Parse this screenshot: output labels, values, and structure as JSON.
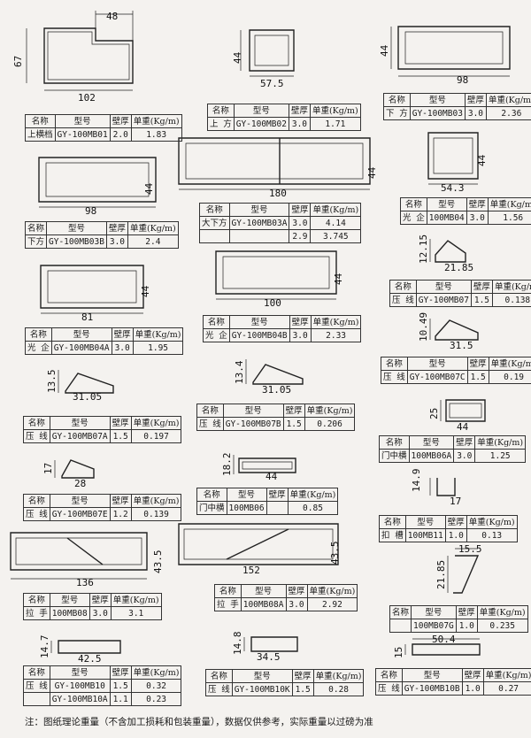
{
  "headers": {
    "name": "名称",
    "model": "型号",
    "wall": "壁厚",
    "weight": "单重(Kg/m)"
  },
  "profiles": [
    {
      "id": "mb01",
      "dims": [
        "48",
        "67",
        "102"
      ],
      "rows": [
        {
          "name": "上横档",
          "model": "GY-100MB01",
          "wall": "2.0",
          "weight": "1.83"
        }
      ]
    },
    {
      "id": "mb02",
      "dims": [
        "44",
        "57.5"
      ],
      "rows": [
        {
          "name": "上 方",
          "model": "GY-100MB02",
          "wall": "3.0",
          "weight": "1.71"
        }
      ]
    },
    {
      "id": "mb03",
      "dims": [
        "44",
        "98"
      ],
      "rows": [
        {
          "name": "下 方",
          "model": "GY-100MB03",
          "wall": "3.0",
          "weight": "2.36"
        }
      ]
    },
    {
      "id": "mb03b",
      "dims": [
        "44",
        "98"
      ],
      "rows": [
        {
          "name": "下方",
          "model": "GY-100MB03B",
          "wall": "3.0",
          "weight": "2.4"
        }
      ]
    },
    {
      "id": "mb03a",
      "dims": [
        "44",
        "180"
      ],
      "rows": [
        {
          "name": "大下方",
          "model": "GY-100MB03A",
          "wall": "3.0",
          "weight": "4.14"
        },
        {
          "name": "",
          "model": "",
          "wall": "2.9",
          "weight": "3.745"
        }
      ]
    },
    {
      "id": "mb04",
      "dims": [
        "44",
        "54.3"
      ],
      "rows": [
        {
          "name": "光 企",
          "model": "100MB04",
          "wall": "3.0",
          "weight": "1.56"
        }
      ]
    },
    {
      "id": "mb07",
      "dims": [
        "12.15",
        "21.85"
      ],
      "rows": [
        {
          "name": "压 线",
          "model": "GY-100MB07",
          "wall": "1.5",
          "weight": "0.138"
        }
      ]
    },
    {
      "id": "mb04a",
      "dims": [
        "44",
        "81"
      ],
      "rows": [
        {
          "name": "光 企",
          "model": "GY-100MB04A",
          "wall": "3.0",
          "weight": "1.95"
        }
      ]
    },
    {
      "id": "mb04b",
      "dims": [
        "44",
        "100"
      ],
      "rows": [
        {
          "name": "光 企",
          "model": "GY-100MB04B",
          "wall": "3.0",
          "weight": "2.33"
        }
      ]
    },
    {
      "id": "mb07c",
      "dims": [
        "10.49",
        "31.5"
      ],
      "rows": [
        {
          "name": "压 线",
          "model": "GY-100MB07C",
          "wall": "1.5",
          "weight": "0.19"
        }
      ]
    },
    {
      "id": "mb07a",
      "dims": [
        "13.5",
        "31.05"
      ],
      "rows": [
        {
          "name": "压 线",
          "model": "GY-100MB07A",
          "wall": "1.5",
          "weight": "0.197"
        }
      ]
    },
    {
      "id": "mb07b",
      "dims": [
        "13.4",
        "31.05"
      ],
      "rows": [
        {
          "name": "压 线",
          "model": "GY-100MB07B",
          "wall": "1.5",
          "weight": "0.206"
        }
      ]
    },
    {
      "id": "mb06a",
      "dims": [
        "25",
        "44"
      ],
      "rows": [
        {
          "name": "门中横",
          "model": "100MB06A",
          "wall": "3.0",
          "weight": "1.25"
        }
      ]
    },
    {
      "id": "mb07e",
      "dims": [
        "17",
        "28"
      ],
      "rows": [
        {
          "name": "压 线",
          "model": "GY-100MB07E",
          "wall": "1.2",
          "weight": "0.139"
        }
      ]
    },
    {
      "id": "mb06",
      "dims": [
        "18.2",
        "44"
      ],
      "rows": [
        {
          "name": "门中横",
          "model": "100MB06",
          "wall": "",
          "weight": "0.85"
        }
      ]
    },
    {
      "id": "mb11",
      "dims": [
        "14.9",
        "17"
      ],
      "rows": [
        {
          "name": "扣 槽",
          "model": "100MB11",
          "wall": "1.0",
          "weight": "0.13"
        }
      ]
    },
    {
      "id": "mb08",
      "dims": [
        "136",
        "43.5"
      ],
      "rows": [
        {
          "name": "拉 手",
          "model": "100MB08",
          "wall": "3.0",
          "weight": "3.1"
        }
      ]
    },
    {
      "id": "mb08a",
      "dims": [
        "152",
        "43.5"
      ],
      "rows": [
        {
          "name": "拉 手",
          "model": "100MB08A",
          "wall": "3.0",
          "weight": "2.92"
        }
      ]
    },
    {
      "id": "mb07g",
      "dims": [
        "15.5",
        "21.85"
      ],
      "rows": [
        {
          "name": "",
          "model": "100MB07G",
          "wall": "1.0",
          "weight": "0.235"
        }
      ]
    },
    {
      "id": "mb10",
      "dims": [
        "14.7",
        "42.5"
      ],
      "rows": [
        {
          "name": "压 线",
          "model": "GY-100MB10",
          "wall": "1.5",
          "weight": "0.32"
        },
        {
          "name": "",
          "model": "GY-100MB10A",
          "wall": "1.1",
          "weight": "0.23"
        }
      ]
    },
    {
      "id": "mb10k",
      "dims": [
        "14.8",
        "34.5"
      ],
      "rows": [
        {
          "name": "压 线",
          "model": "GY-100MB10K",
          "wall": "1.5",
          "weight": "0.28"
        }
      ]
    },
    {
      "id": "mb10b",
      "dims": [
        "50.4",
        "15"
      ],
      "rows": [
        {
          "name": "压 线",
          "model": "GY-100MB10B",
          "wall": "1.0",
          "weight": "0.27"
        }
      ]
    }
  ],
  "note": "注：图纸理论重量（不含加工损耗和包装重量），数据仅供参考，实际重量以过磅为准"
}
